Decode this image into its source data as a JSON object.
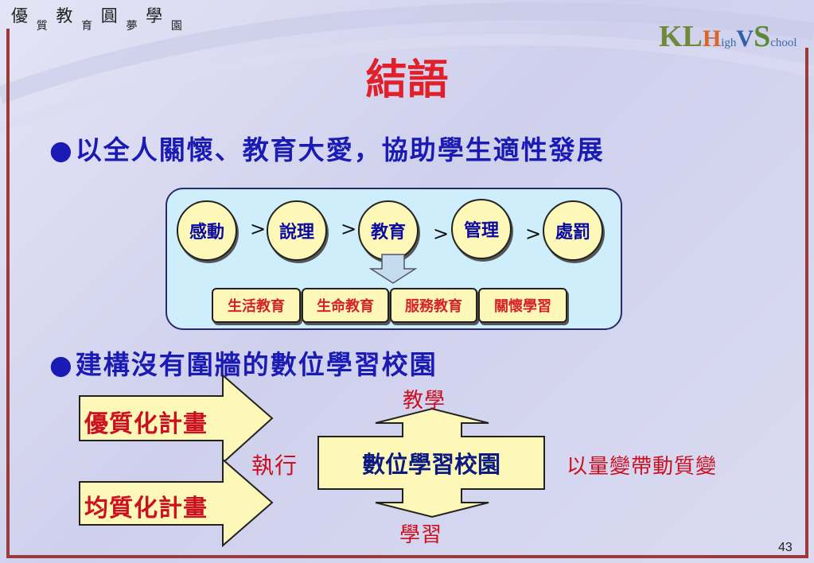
{
  "header": {
    "logo_left": [
      "優",
      "質",
      "教",
      "育",
      "圓",
      "夢",
      "學",
      "園"
    ],
    "logo_right": {
      "kl": "KL",
      "h": "H",
      "igh": "igh",
      "v": "V",
      "s": "S",
      "chool": "chool"
    }
  },
  "title": "結語",
  "bullets": [
    "以全人關懷、教育大愛，協助學生適性發展",
    "建構沒有圍牆的數位學習校園"
  ],
  "flow": {
    "circles": [
      "感動",
      "說理",
      "教育",
      "管理",
      "處罰"
    ],
    "separator": ">",
    "tags": [
      "生活教育",
      "生命教育",
      "服務教育",
      "關懷學習"
    ]
  },
  "campus": {
    "plans": [
      "優質化計畫",
      "均質化計畫"
    ],
    "execute": "執行",
    "center": "數位學習校園",
    "top": "教學",
    "bottom": "學習",
    "right": "以量變帶動質變"
  },
  "page_number": "43",
  "colors": {
    "title": "#e1202a",
    "bullet": "#1a1ab4",
    "circle_fill": "#fdf7b8",
    "panel_fill": "#cdeefa",
    "frame": "#9c3a3a"
  }
}
